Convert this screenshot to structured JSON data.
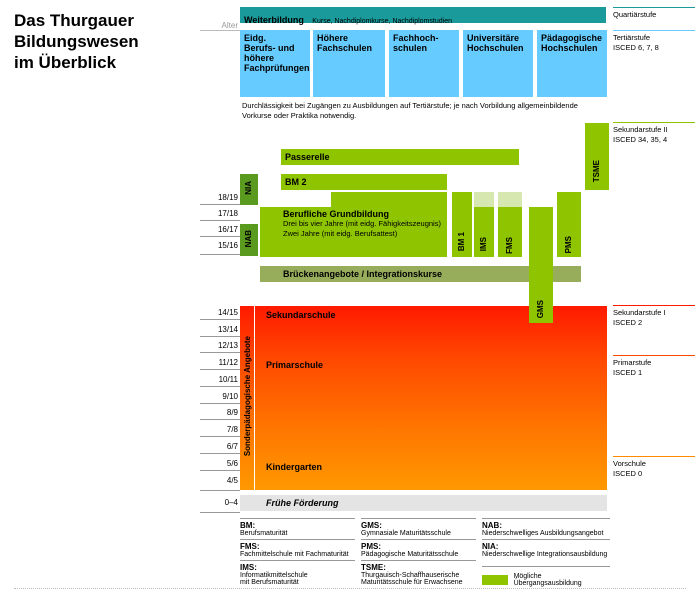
{
  "title": "Das Thurgauer\nBildungswesen\nim Überblick",
  "alter_label": "Alter",
  "weiterbildung": {
    "label": "Weiterbildung",
    "desc": "Kurse, Nachdiplomkurse, Nachdiplomstudien"
  },
  "tertiary": [
    "Eidg.\nBerufs- und\nhöhere\nFachprüfungen",
    "Höhere\nFachschulen",
    "Fachhoch-\nschulen",
    "Universitäre\nHochschulen",
    "Pädagogische\nHochschulen"
  ],
  "permeability_note": "Durchlässigkeit bei Zugängen zu Ausbildungen auf Tertiärstufe; je nach Vorbildung allgemeinbildende Vorkurse oder Praktika notwendig.",
  "secondary2": {
    "passerelle": "Passerelle",
    "bm2": "BM 2",
    "nia": "NIA",
    "nab": "NAB",
    "grundbildung_title": "Berufliche Grundbildung",
    "grundbildung_line1": "Drei bis vier Jahre (mit eidg. Fähigkeitszeugnis)",
    "grundbildung_line2": "Zwei Jahre (mit eidg. Berufsattest)",
    "bm1": "BM 1",
    "ims": "IMS",
    "fms": "FMS",
    "pms": "PMS",
    "gms": "GMS",
    "tsme": "TSME"
  },
  "bridge": "Brückenangebote / Integrationskurse",
  "compulsory": {
    "sonder": "Sonderpädagogische Angebote",
    "sekundar": "Sekundarschule",
    "primar": "Primarschule",
    "kinder": "Kindergarten"
  },
  "fruehe": "Frühe Förderung",
  "ages": [
    "18/19",
    "17/18",
    "16/17",
    "15/16",
    "14/15",
    "13/14",
    "12/13",
    "11/12",
    "10/11",
    "9/10",
    "8/9",
    "7/8",
    "6/7",
    "5/6",
    "4/5",
    "0–4"
  ],
  "levels": {
    "quartiar": "Quartiärstufe",
    "tertiar": "Tertiärstufe\nISCED 6, 7, 8",
    "sek2": "Sekundarstufe II\nISCED 34, 35, 4",
    "sek1": "Sekundarstufe I\nISCED 2",
    "primar": "Primarstufe\nISCED 1",
    "vorschule": "Vorschule\nISCED 0"
  },
  "legend": [
    {
      "key": "BM:",
      "val": "Berufsmaturität"
    },
    {
      "key": "FMS:",
      "val": "Fachmittelschule mit Fachmaturität"
    },
    {
      "key": "IMS:",
      "val": "Informatikmittelschule\nmit Berufsmaturität"
    },
    {
      "key": "GMS:",
      "val": "Gymnasiale Maturitätsschule"
    },
    {
      "key": "PMS:",
      "val": "Pädagogische Maturitätsschule"
    },
    {
      "key": "TSME:",
      "val": "Thurgauisch-Schaffhauserische\nMaturitätsschule für Erwachsene"
    },
    {
      "key": "NAB:",
      "val": "Niederschwelliges Ausbildungsangebot"
    },
    {
      "key": "NIA:",
      "val": "Niederschwellige Integrationsausbildung"
    }
  ],
  "legend_transition": "Mögliche Übergangsausbildung",
  "colors": {
    "teal": "#1a9a9a",
    "blue": "#66ccff",
    "green": "#8ec400",
    "red": "#ff1a00",
    "orange": "#ff8c00"
  }
}
